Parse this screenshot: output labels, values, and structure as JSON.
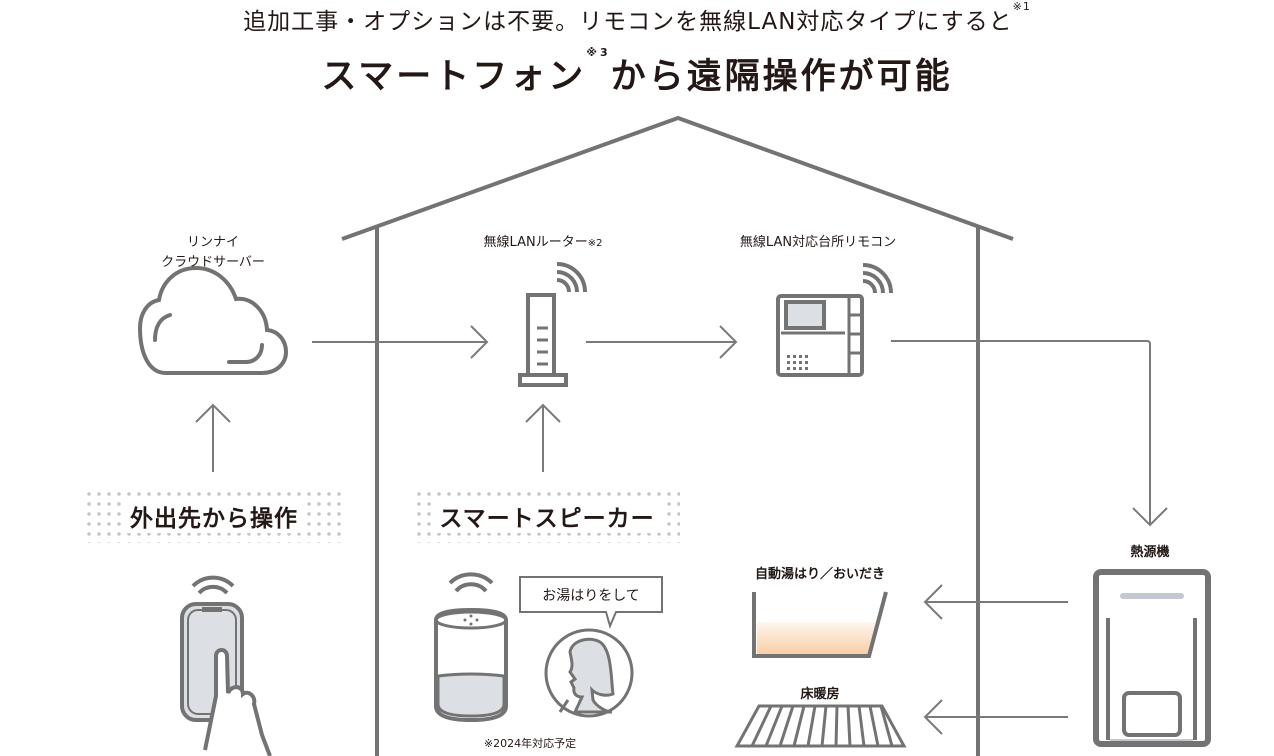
{
  "header": {
    "subtitle": "追加工事・オプションは不要。リモコンを無線LAN対応タイプにすると",
    "subtitle_note": "※1",
    "title_part1": "スマートフォン",
    "title_note": "※3",
    "title_part2": "から遠隔操作が可能"
  },
  "nodes": {
    "cloud": {
      "line1": "リンナイ",
      "line2": "クラウドサーバー",
      "icon": "cloud-icon"
    },
    "router": {
      "label": "無線LANルーター",
      "note": "※2",
      "icon": "router-icon"
    },
    "remote": {
      "label": "無線LAN対応台所リモコン",
      "icon": "kitchen-remote-icon"
    },
    "heater": {
      "label": "熱源機",
      "icon": "water-heater-icon"
    },
    "bath": {
      "label": "自動湯はり／おいだき",
      "icon": "bathtub-icon"
    },
    "floor": {
      "label": "床暖房",
      "icon": "floor-heating-icon"
    }
  },
  "sections": {
    "outside": {
      "label": "外出先から操作",
      "icon": "smartphone-hand-icon"
    },
    "speaker": {
      "label": "スマートスピーカー",
      "icon": "smart-speaker-icon",
      "bubble": "お湯はりをして",
      "note": "※2024年対応予定"
    }
  },
  "colors": {
    "line": "#737373",
    "text": "#231815",
    "screen": "#dcdfe3",
    "dots": "#c3c7cc",
    "water_top": "#fef4ec",
    "water_bottom": "#f9cfa6",
    "heater_bar": "#c2c8cf"
  }
}
